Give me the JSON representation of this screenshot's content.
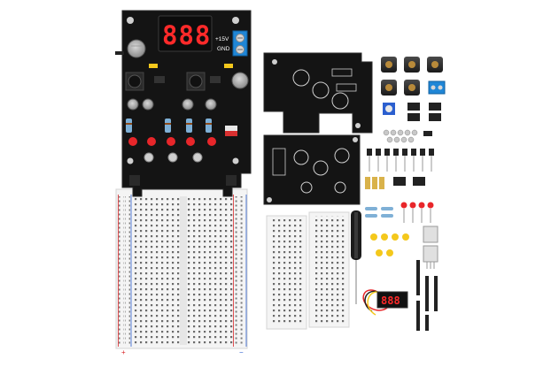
{
  "display": {
    "digits": "888"
  },
  "module_display": {
    "digits": "888"
  },
  "labels": {
    "vplus": "+15V",
    "gnd": "GND",
    "plus": "+",
    "minus": "−"
  },
  "colors": {
    "pcb": "#141414",
    "pcb_edge": "#2a2a2a",
    "led_red": "#e8262a",
    "terminal_blue": "#1f86d6",
    "cap_yellow": "#f4c81c",
    "breadboard": "#f3f3f3",
    "rail_red": "#d9262a",
    "rail_blue": "#2b5fcf"
  }
}
